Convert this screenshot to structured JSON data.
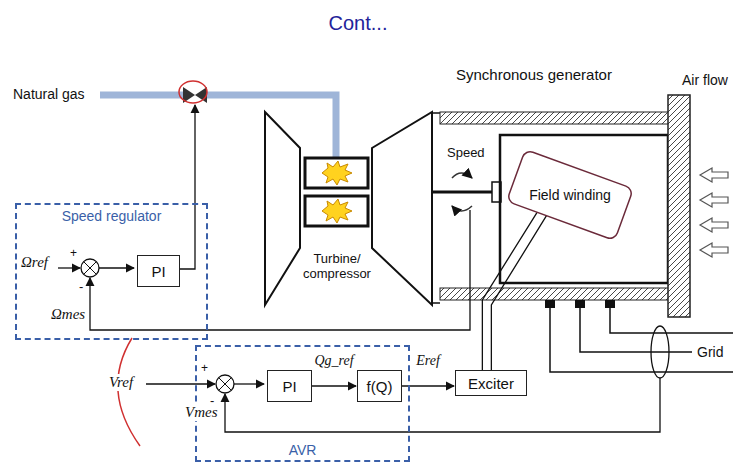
{
  "diagram": {
    "title": "Cont...",
    "nodes": [
      {
        "text": [
          "Speed regulator"
        ]
      },
      {
        "text": [
          "PI"
        ],
        "in": 0
      },
      {
        "text": [
          "AVR"
        ]
      },
      {
        "text": [
          "PI"
        ],
        "in": 2
      },
      {
        "text": [
          "f(Q)"
        ],
        "in": 2
      },
      {
        "text": [
          "Exciter"
        ]
      },
      {
        "text": [
          "Field winding"
        ]
      }
    ],
    "edges": [
      {
        "from": 3,
        "to": 4,
        "label": "Qg_ref",
        "arrow": "to"
      },
      {
        "from": 4,
        "to": 5,
        "label": "Eref",
        "arrow": "to"
      },
      {
        "from": 5,
        "to": 6,
        "arrow": "none"
      }
    ],
    "labels": [
      "Natural gas",
      "Ωref",
      "+",
      "-",
      "Ωmes",
      "Turbine/ compressor",
      "Speed",
      "Synchronous generator",
      "Air flow",
      "Grid",
      "Vref",
      "+",
      "-",
      "Vmes"
    ]
  }
}
